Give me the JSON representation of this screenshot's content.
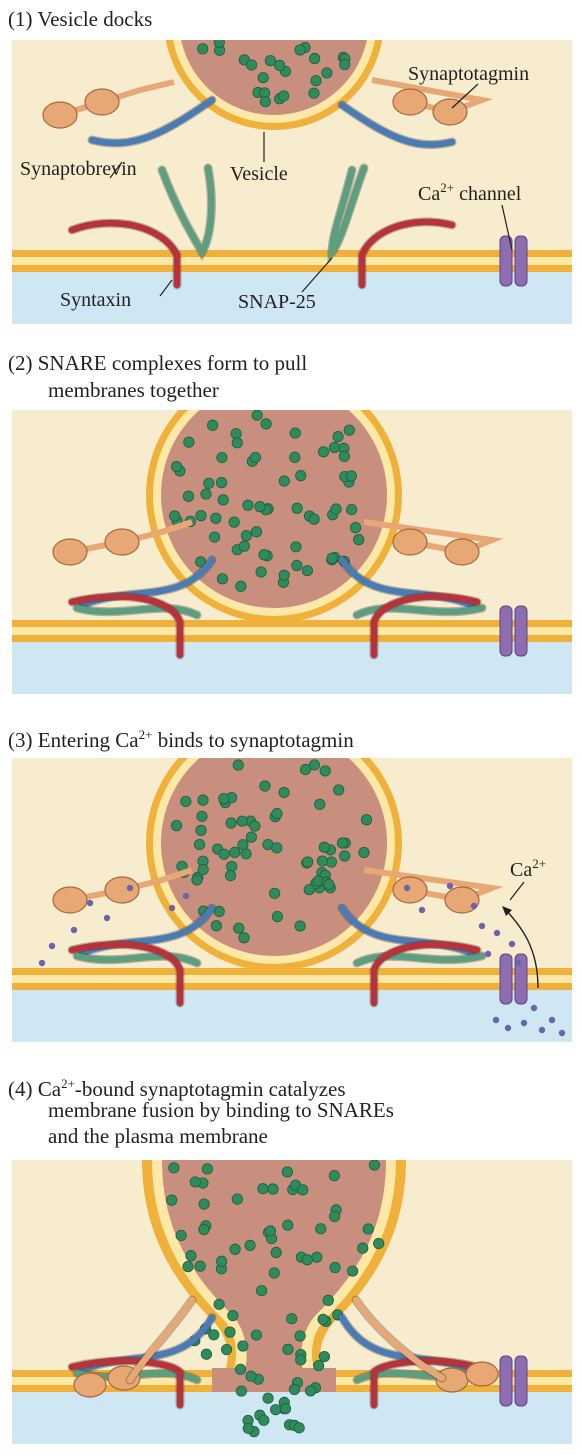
{
  "panel1": {
    "title": "(1)  Vesicle docks",
    "labels": {
      "synaptotagmin": "Synaptotagmin",
      "synaptobrevin": "Synaptobrevin",
      "vesicle": "Vesicle",
      "ca_channel_base": "Ca",
      "ca_channel_sup": "2+",
      "ca_channel_rest": " channel",
      "syntaxin": "Syntaxin",
      "snap25": "SNAP-25"
    }
  },
  "panel2": {
    "title_line1": "(2)  SNARE complexes form to pull",
    "title_line2": "membranes together"
  },
  "panel3": {
    "title_pre": "(3)  Entering Ca",
    "title_sup": "2+",
    "title_post": " binds to synaptotagmin",
    "ca_label_base": "Ca",
    "ca_label_sup": "2+"
  },
  "panel4": {
    "title_line1_pre": "(4)  Ca",
    "title_line1_sup": "2+",
    "title_line1_post": "-bound synaptotagmin catalyzes",
    "title_line2": "membrane fusion by binding to SNAREs",
    "title_line3": "and the plasma membrane"
  },
  "colors": {
    "background": "#f8ecce",
    "cytosol_below": "#cfe6f3",
    "membrane_outer": "#f0b13a",
    "membrane_inner": "#fde8a8",
    "vesicle_lumen": "#c98f7e",
    "transmitter": "#2f8a5c",
    "synaptobrevin": "#4a7bb5",
    "syntaxin": "#b8323b",
    "snap25": "#5b9f80",
    "synaptotagmin": "#e8a875",
    "ca_channel": "#8d6db0",
    "calcium": "#6c64a8"
  }
}
